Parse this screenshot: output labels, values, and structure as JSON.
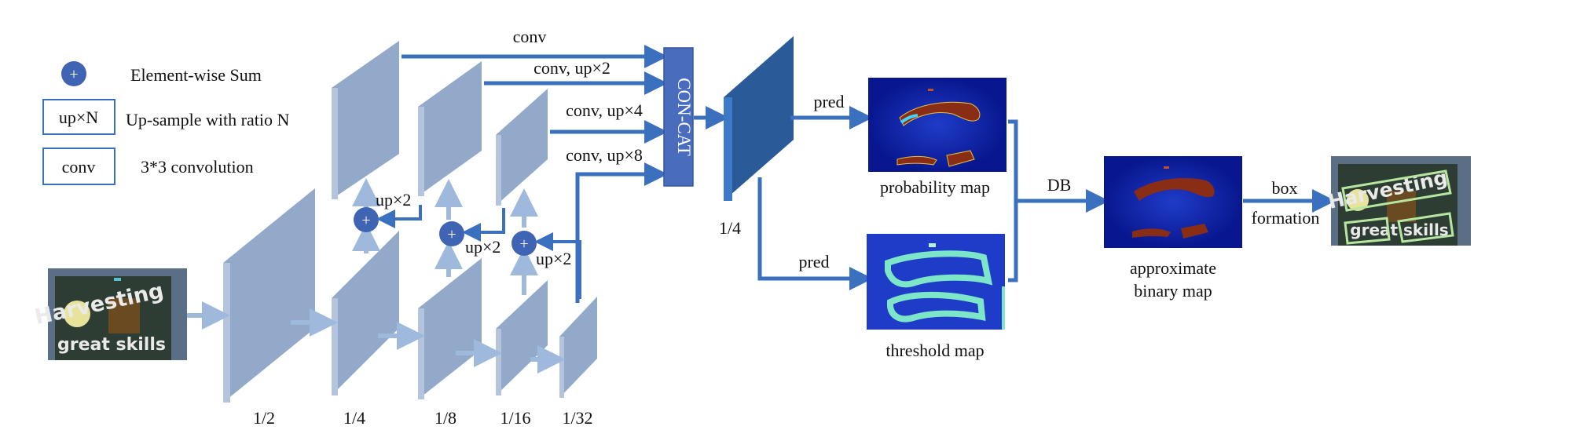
{
  "legend": {
    "sum_symbol": "+",
    "sum_desc": "Element-wise Sum",
    "up_box": "up×N",
    "up_desc": "Up-sample with ratio N",
    "conv_box": "conv",
    "conv_desc": "3*3 convolution"
  },
  "backbone_scales": [
    "1/2",
    "1/4",
    "1/8",
    "1/16",
    "1/32"
  ],
  "fpn_labels": {
    "up1": "up×2",
    "up2": "up×2",
    "up3": "up×2",
    "sum": "+"
  },
  "concat": {
    "label": "CON-CAT",
    "in1": "conv",
    "in2": "conv, up×2",
    "in3": "conv, up×4",
    "in4": "conv, up×8"
  },
  "fused_scale": "1/4",
  "pred_top": "pred",
  "pred_bottom": "pred",
  "probability_map": "probability map",
  "threshold_map": "threshold map",
  "db": "DB",
  "binary_map_line1": "approximate",
  "binary_map_line2": "binary map",
  "box_line1": "box",
  "box_line2": "formation",
  "input_image": {
    "line1": "Harvesting",
    "line2": "great skills"
  },
  "colors": {
    "feature": "#92a9c9",
    "arrow_light": "#9fb9dc",
    "arrow_dark": "#3a70bd",
    "sum_node": "#3f64b4",
    "concat": "#4a6cbd",
    "fused": "#2b5a98",
    "heatmap_bg": "#0a1e9a"
  }
}
